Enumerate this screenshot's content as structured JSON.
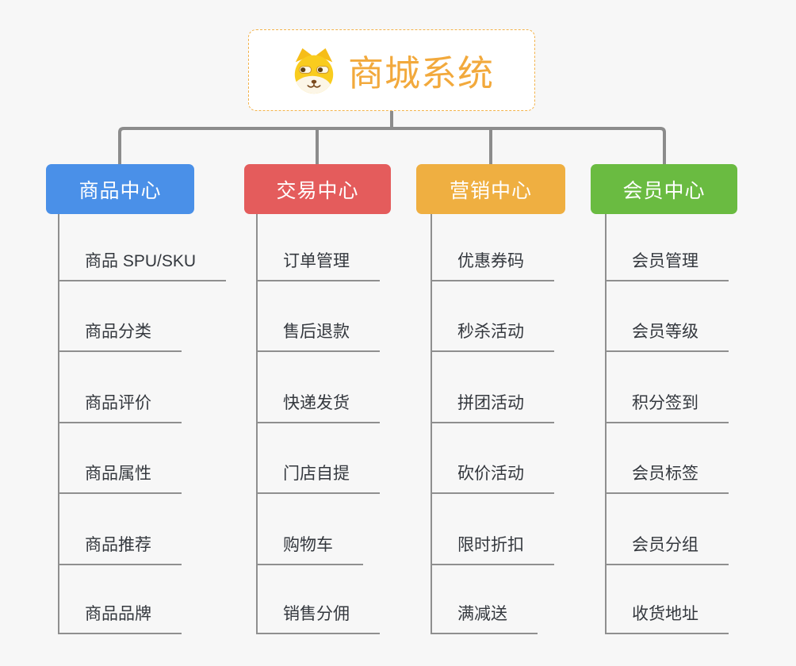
{
  "root": {
    "title": "商城系统",
    "icon": "dog-face-icon",
    "title_color": "#f2a93c",
    "border_color": "#f3b34c",
    "background": "#ffffff"
  },
  "branches": [
    {
      "title": "商品中心",
      "color": "#4a90e8",
      "items": [
        "商品 SPU/SKU",
        "商品分类",
        "商品评价",
        "商品属性",
        "商品推荐",
        "商品品牌"
      ]
    },
    {
      "title": "交易中心",
      "color": "#e45c5c",
      "items": [
        "订单管理",
        "售后退款",
        "快递发货",
        "门店自提",
        "购物车",
        "销售分佣"
      ]
    },
    {
      "title": "营销中心",
      "color": "#efaf41",
      "items": [
        "优惠券码",
        "秒杀活动",
        "拼团活动",
        "砍价活动",
        "限时折扣",
        "满减送"
      ]
    },
    {
      "title": "会员中心",
      "color": "#6abb41",
      "items": [
        "会员管理",
        "会员等级",
        "积分签到",
        "会员标签",
        "会员分组",
        "收货地址"
      ]
    }
  ],
  "style": {
    "connector_color": "#8c8c8c",
    "subline_color": "#8f8f8f",
    "background_color": "#f7f7f7",
    "item_text_color": "#34383e"
  }
}
